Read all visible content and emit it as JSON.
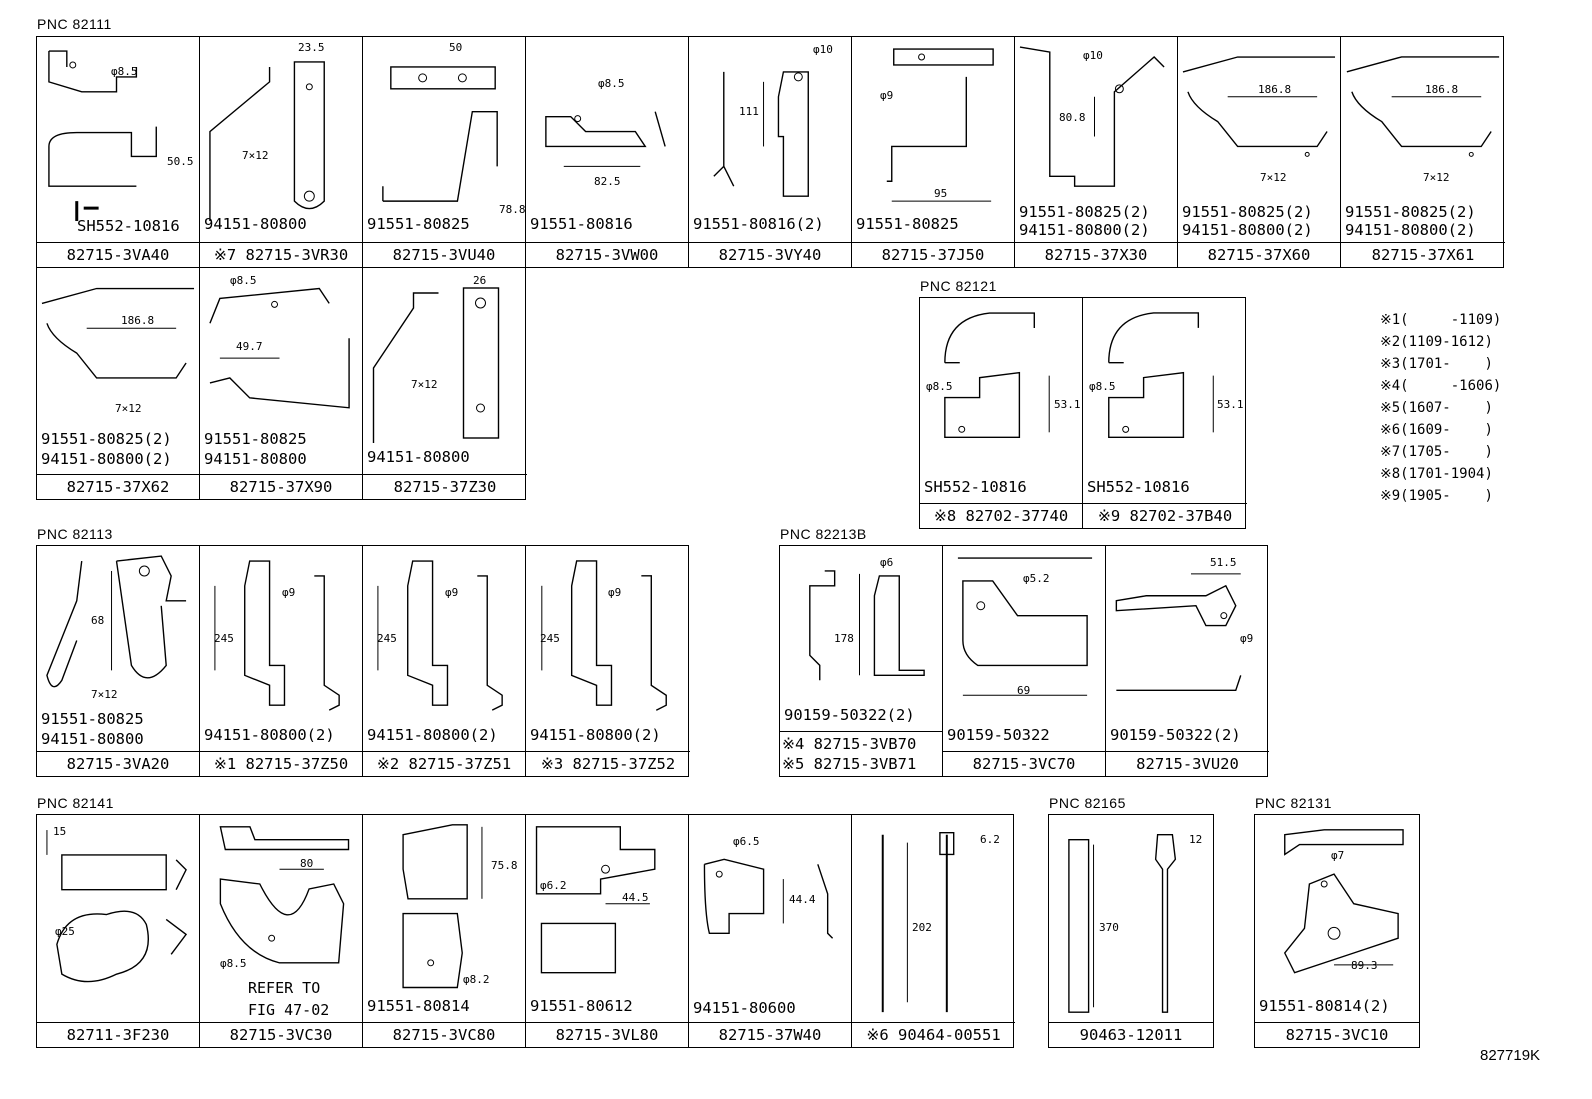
{
  "groups": [
    {
      "pnc": "PNC 82111",
      "cells": [
        {
          "part": "82715-3VA40",
          "bolts": [
            "SH552-10816"
          ],
          "dims": [
            "φ8.5",
            "50.5"
          ]
        },
        {
          "part": "※7 82715-3VR30",
          "bolts": [
            "94151-80800"
          ],
          "dims": [
            "23.5",
            "7×12"
          ]
        },
        {
          "part": "82715-3VU40",
          "bolts": [
            "91551-80825"
          ],
          "dims": [
            "50",
            "78.8"
          ]
        },
        {
          "part": "82715-3VW00",
          "bolts": [
            "91551-80816"
          ],
          "dims": [
            "φ8.5",
            "82.5"
          ]
        },
        {
          "part": "82715-3VY40",
          "bolts": [
            "91551-80816(2)"
          ],
          "dims": [
            "φ10",
            "111"
          ]
        },
        {
          "part": "82715-37J50",
          "bolts": [
            "91551-80825"
          ],
          "dims": [
            "φ9",
            "95"
          ]
        },
        {
          "part": "82715-37X30",
          "bolts": [
            "91551-80825(2)",
            "94151-80800(2)"
          ],
          "dims": [
            "φ10",
            "80.8"
          ]
        },
        {
          "part": "82715-37X60",
          "bolts": [
            "91551-80825(2)",
            "94151-80800(2)"
          ],
          "dims": [
            "186.8",
            "7×12"
          ]
        },
        {
          "part": "82715-37X61",
          "bolts": [
            "91551-80825(2)",
            "94151-80800(2)"
          ],
          "dims": [
            "186.8",
            "7×12"
          ]
        },
        {
          "part": "82715-37X62",
          "bolts": [
            "91551-80825(2)",
            "94151-80800(2)"
          ],
          "dims": [
            "186.8",
            "7×12"
          ]
        },
        {
          "part": "82715-37X90",
          "bolts": [
            "91551-80825",
            "94151-80800"
          ],
          "dims": [
            "φ8.5",
            "49.7"
          ]
        },
        {
          "part": "82715-37Z30",
          "bolts": [
            "94151-80800"
          ],
          "dims": [
            "26",
            "7×12"
          ]
        }
      ]
    },
    {
      "pnc": "PNC 82121",
      "cells": [
        {
          "part": "※8 82702-37740",
          "bolts": [
            "SH552-10816"
          ],
          "dims": [
            "φ8.5",
            "53.1"
          ]
        },
        {
          "part": "※9 82702-37B40",
          "bolts": [
            "SH552-10816"
          ],
          "dims": [
            "φ8.5",
            "53.1"
          ]
        }
      ]
    },
    {
      "pnc": "PNC 82113",
      "cells": [
        {
          "part": "82715-3VA20",
          "bolts": [
            "91551-80825",
            "94151-80800"
          ],
          "dims": [
            "68",
            "7×12"
          ]
        },
        {
          "part": "※1 82715-37Z50",
          "bolts": [
            "94151-80800(2)"
          ],
          "dims": [
            "245",
            "φ9"
          ]
        },
        {
          "part": "※2 82715-37Z51",
          "bolts": [
            "94151-80800(2)"
          ],
          "dims": [
            "245",
            "φ9"
          ]
        },
        {
          "part": "※3 82715-37Z52",
          "bolts": [
            "94151-80800(2)"
          ],
          "dims": [
            "245",
            "φ9"
          ]
        }
      ]
    },
    {
      "pnc": "PNC 82213B",
      "cells": [
        {
          "part": "※4 82715-3VB70\n※5 82715-3VB71",
          "bolts": [
            "90159-50322(2)"
          ],
          "dims": [
            "φ6",
            "178"
          ]
        },
        {
          "part": "82715-3VC70",
          "bolts": [
            "90159-50322"
          ],
          "dims": [
            "φ5.2",
            "69"
          ]
        },
        {
          "part": "82715-3VU20",
          "bolts": [
            "90159-50322(2)"
          ],
          "dims": [
            "51.5",
            "φ9"
          ]
        }
      ]
    },
    {
      "pnc": "PNC 82141",
      "cells": [
        {
          "part": "82711-3F230",
          "bolts": [],
          "dims": [
            "15",
            "φ25"
          ]
        },
        {
          "part": "82715-3VC30",
          "bolts": [],
          "dims": [
            "80",
            "φ8.5"
          ],
          "refer": "REFER TO\nFIG 47-02"
        },
        {
          "part": "82715-3VC80",
          "bolts": [
            "91551-80814"
          ],
          "dims": [
            "75.8",
            "φ8.2"
          ]
        },
        {
          "part": "82715-3VL80",
          "bolts": [
            "91551-80612"
          ],
          "dims": [
            "φ6.2",
            "44.5"
          ]
        },
        {
          "part": "82715-37W40",
          "bolts": [
            "94151-80600"
          ],
          "dims": [
            "φ6.5",
            "44.4"
          ]
        },
        {
          "part": "※6 90464-00551",
          "bolts": [],
          "dims": [
            "6.2",
            "202"
          ]
        }
      ]
    },
    {
      "pnc": "PNC 82165",
      "cells": [
        {
          "part": "90463-12011",
          "bolts": [],
          "dims": [
            "12",
            "370"
          ]
        }
      ]
    },
    {
      "pnc": "PNC 82131",
      "cells": [
        {
          "part": "82715-3VC10",
          "bolts": [
            "91551-80814(2)"
          ],
          "dims": [
            "φ7",
            "89.3"
          ]
        }
      ]
    }
  ],
  "notes": [
    "※1(     -1109)",
    "※2(1109-1612)",
    "※3(1701-    )",
    "※4(     -1606)",
    "※5(1607-    )",
    "※6(1609-    )",
    "※7(1705-    )",
    "※8(1701-1904)",
    "※9(1905-    )"
  ],
  "figure_code": "827719K"
}
